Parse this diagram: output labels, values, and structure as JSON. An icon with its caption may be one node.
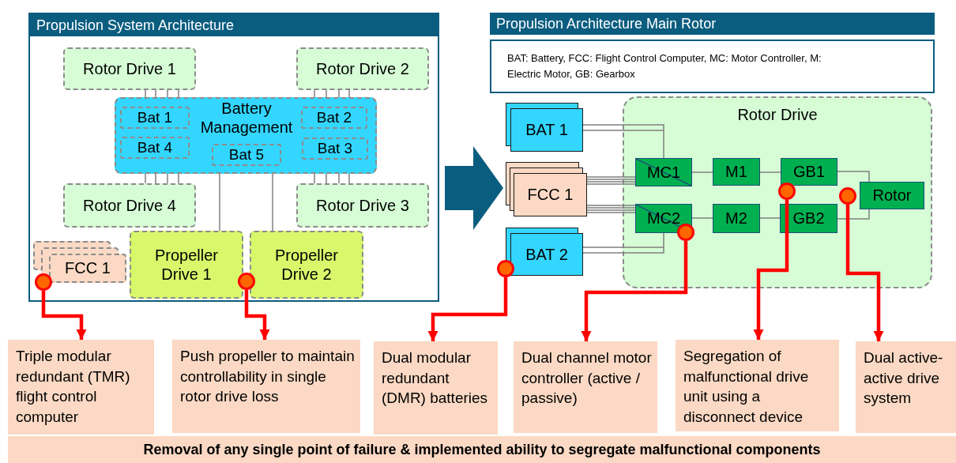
{
  "diagram": {
    "nodes": [
      {
        "text": [],
        "shape": "box"
      },
      {
        "text": [
          "Rotor Drive 1"
        ],
        "in": 0
      },
      {
        "text": [
          "Rotor Drive 2"
        ],
        "in": 0
      },
      {
        "text": [
          "Battery Management"
        ],
        "in": 0
      },
      {
        "text": [
          "Bat 1"
        ],
        "in": 3
      },
      {
        "text": [
          "Bat 2"
        ],
        "in": 3
      },
      {
        "text": [
          "Bat 4"
        ],
        "in": 3
      },
      {
        "text": [
          "Bat 5"
        ],
        "in": 3
      },
      {
        "text": [
          "Bat 3"
        ],
        "in": 3
      },
      {
        "text": [
          "Rotor Drive 4"
        ],
        "in": 0
      },
      {
        "text": [
          "Rotor Drive 3"
        ],
        "in": 0
      },
      {
        "text": [
          "FCC 1"
        ],
        "in": 0
      },
      {
        "text": [
          "Propeller Drive 1"
        ],
        "in": 0
      },
      {
        "text": [
          "Propeller Drive 2"
        ],
        "in": 0
      },
      {
        "text": [
          "Propulsion Architecture Main Rotor"
        ]
      },
      {
        "text": [
          "BAT: Battery, FCC: Flight Control Computer, MC: Motor Controller, M: Electric Motor, GB: Gearbox"
        ]
      },
      {
        "text": [
          "BAT 1"
        ]
      },
      {
        "text": [
          "FCC 1"
        ]
      },
      {
        "text": [
          "BAT 2"
        ]
      },
      {
        "text": [
          "Rotor Drive"
        ]
      },
      {
        "text": [
          "MC1"
        ],
        "in": 19
      },
      {
        "text": [
          "M1"
        ],
        "in": 19
      },
      {
        "text": [
          "GB1"
        ],
        "in": 19
      },
      {
        "text": [
          "Rotor"
        ],
        "in": 19
      },
      {
        "text": [
          "MC2"
        ],
        "in": 19
      },
      {
        "text": [
          "M2"
        ],
        "in": 19
      },
      {
        "text": [
          "GB2"
        ],
        "in": 19
      },
      {
        "text": [],
        "shape": "circle",
        "in": 0
      },
      {
        "text": [],
        "shape": "circle",
        "in": 0
      },
      {
        "text": [],
        "shape": "circle"
      },
      {
        "text": [],
        "shape": "circle",
        "in": 19
      },
      {
        "text": [],
        "shape": "circle",
        "in": 19
      },
      {
        "text": [],
        "shape": "circle",
        "in": 19
      },
      {
        "text": [
          "Triple modular redundant (TMR) flight control computer"
        ]
      },
      {
        "text": [
          "Push propeller to maintain controllability in single rotor drive loss"
        ]
      },
      {
        "text": [
          "Dual modular redundant (DMR) batteries"
        ]
      },
      {
        "text": [
          "Dual channel motor controller (active / passive)"
        ]
      },
      {
        "text": [
          "Segregation of malfunctional drive unit using a disconnect device"
        ]
      },
      {
        "text": [
          "Dual active-active drive system"
        ]
      },
      {
        "text": [
          "Removal of any single point of failure & implemented ability to segregate malfunctional components"
        ]
      },
      {
        "text": [
          "Propulsion System Architecture"
        ],
        "in": 0
      }
    ],
    "edges": [
      {
        "from": 1,
        "to": 3,
        "arrow": "none"
      },
      {
        "from": 2,
        "to": 3,
        "arrow": "none"
      },
      {
        "from": 3,
        "to": 9,
        "arrow": "none"
      },
      {
        "from": 3,
        "to": 10,
        "arrow": "none"
      },
      {
        "from": 3,
        "to": 12,
        "arrow": "none"
      },
      {
        "from": 3,
        "to": 13,
        "arrow": "none"
      },
      {
        "from": 0,
        "to": null,
        "arrow": "to",
        "style": "thick",
        "color": "#0b5d80"
      },
      {
        "from": 16,
        "to": 20,
        "arrow": "none"
      },
      {
        "from": 17,
        "to": 20,
        "arrow": "none"
      },
      {
        "from": 17,
        "to": 24,
        "arrow": "none"
      },
      {
        "from": 18,
        "to": 24,
        "arrow": "none"
      },
      {
        "from": 20,
        "to": 21,
        "arrow": "none"
      },
      {
        "from": 21,
        "to": 22,
        "arrow": "none"
      },
      {
        "from": 22,
        "to": 23,
        "arrow": "none"
      },
      {
        "from": 24,
        "to": 25,
        "arrow": "none"
      },
      {
        "from": 25,
        "to": 26,
        "arrow": "none"
      },
      {
        "from": 26,
        "to": 23,
        "arrow": "none"
      },
      {
        "from": 27,
        "to": 33,
        "arrow": "to",
        "style": "thick",
        "color": "#ff0000"
      },
      {
        "from": 28,
        "to": 34,
        "arrow": "to",
        "style": "thick",
        "color": "#ff0000"
      },
      {
        "from": 29,
        "to": 35,
        "arrow": "to",
        "style": "thick",
        "color": "#ff0000"
      },
      {
        "from": 30,
        "to": 36,
        "arrow": "to",
        "style": "thick",
        "color": "#ff0000"
      },
      {
        "from": 31,
        "to": 37,
        "arrow": "to",
        "style": "thick",
        "color": "#ff0000"
      },
      {
        "from": 32,
        "to": 38,
        "arrow": "to",
        "style": "thick",
        "color": "#ff0000"
      }
    ]
  }
}
